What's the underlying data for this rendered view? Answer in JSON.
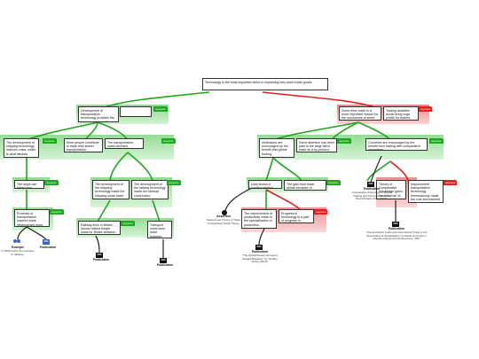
{
  "nodes": {
    "root": "Technology is the most important factor in explaining why world trade grows.",
    "tech_transport": "Development of transportation technology provides the fundamental conditions for world trade.",
    "blank_left": "",
    "other_factors": "Some think trade is a more important reason for the occurrence of world trade.",
    "trading_activities": "Trading activities would bring huge profits for traders.",
    "tech_shipping_costs": "The development of shipping technology reduces costs, which is what attracts producers.",
    "more_people": "More people contribute to trade with slower transportation.",
    "trans_lower": "The transportation costs declined.",
    "institutions": "Institutions are encouraged by the benefit that global trading.",
    "more_attention": "Some attention has been paid to the large fall in trade as a by-product.",
    "countries_encouraged": "Countries are encouraged by the benefit from trading with comparative advantage.",
    "tech_long_distance": "The ships can travel long distance.",
    "tech_shipping_cost2": "The development of the shipping technology made the shipping costs lower.",
    "tech_railway": "The development of the railway technology made the railroad costs lower.",
    "trade_flows": "Data shows a positive relation with productivity.",
    "gain_from_trade": "The gain from trade allows because of specialisation in production.",
    "theory": "Theory of Comparative Advantage gains the influence of country trade.",
    "more_integration": "Improvement transportation technology tremendously made the cost and lowered the prices better.",
    "goods_transports": "Products of transportation lowered trade relationships more efficient.",
    "britain": "Railway links in Britain almost halved freight costs for Britain between 1840 and 1880.",
    "transport_costs": "Transport costs were lower between Chicago, New York, and London.",
    "improvement_productivity": "The improvement of productivity made in the specialisation of production.",
    "progress_tech": "Progress in technology is a part of progress in economy."
  },
  "tabs": {
    "supports": "supports",
    "opposes": "opposes",
    "reasons": "reasons"
  },
  "sources": {
    "example": {
      "type": "Example",
      "text": "In 1800 before the invention of railways."
    },
    "pub1": {
      "type": "Publication",
      "text": ""
    },
    "pub2": {
      "type": "Publication",
      "text": ""
    },
    "pub3": {
      "type": "Publication",
      "text": ""
    },
    "ques": {
      "type": "Assertion",
      "text": "Natural Law Theory of Trade Comparative Trade Theory."
    },
    "pub4": {
      "type": "Publication",
      "text": "\"The Global Poverty Economy Regard Business\" by Timothy during (2013)."
    },
    "pub5": {
      "type": "Publication",
      "text": "Comparative Advantage of Global Trading and Theory of Trade by David Ricardo from (2010)."
    },
    "pub6": {
      "type": "Publication",
      "text": "\"Transportation Costs and International Trade in the Second Era of Globalization\" by David Hummels in Journal of Economic Perspectives, 2007"
    }
  },
  "colors": {
    "support": "#1ea81e",
    "oppose": "#e02020",
    "border": "#333333"
  }
}
